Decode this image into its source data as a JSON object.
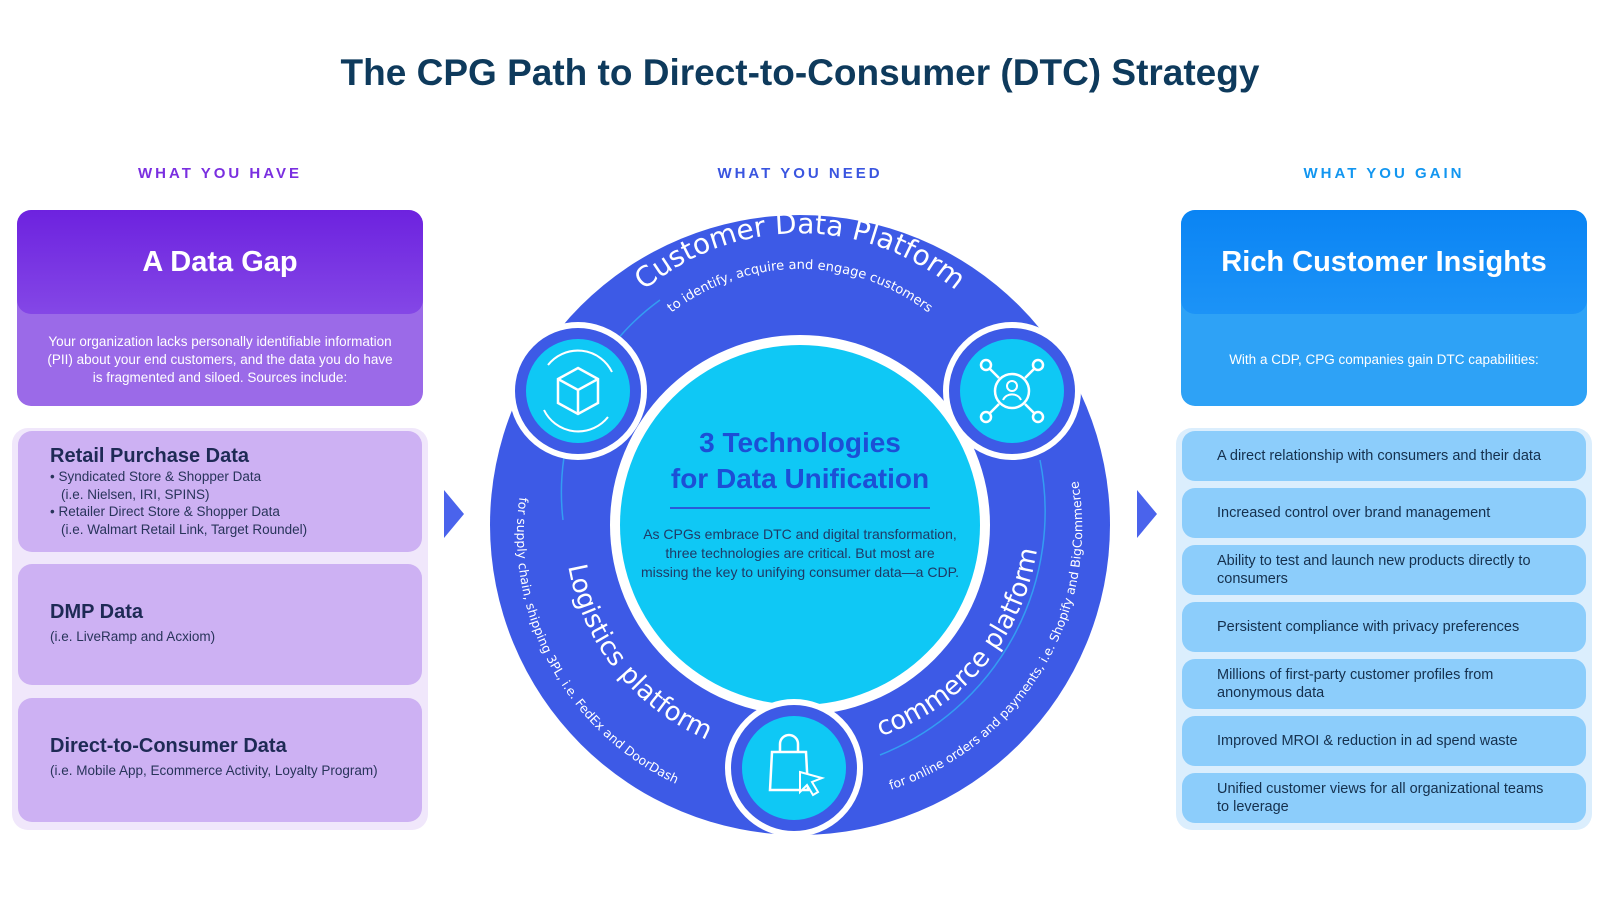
{
  "title": "The CPG Path to Direct-to-Consumer (DTC) Strategy",
  "columns": {
    "have_label": "WHAT YOU HAVE",
    "need_label": "WHAT YOU NEED",
    "gain_label": "WHAT YOU GAIN"
  },
  "have": {
    "title": "A Data Gap",
    "description": "Your organization lacks personally identifiable information (PII) about your end customers, and the data you do have is fragmented and siloed. Sources include:",
    "sources": [
      {
        "title": "Retail Purchase Data",
        "lines": [
          "• Syndicated Store & Shopper Data",
          "(i.e. Nielsen, IRI, SPINS)",
          "• Retailer Direct Store & Shopper Data",
          "(i.e. Walmart Retail Link, Target Roundel)"
        ]
      },
      {
        "title": "DMP Data",
        "lines": [
          "(i.e. LiveRamp and Acxiom)"
        ]
      },
      {
        "title": "Direct-to-Consumer Data",
        "lines": [
          "(i.e. Mobile App, Ecommerce Activity, Loyalty Program)"
        ]
      }
    ]
  },
  "need": {
    "center_title_1": "3 Technologies",
    "center_title_2": "for Data Unification",
    "center_description": "As CPGs embrace DTC and digital transformation, three technologies are critical. But most are missing the key to unifying consumer data—a CDP.",
    "cdp_title": "Customer Data Platform",
    "cdp_subtitle": "to identify, acquire and engage customers",
    "ecom_title": "Ecommerce platform",
    "ecom_subtitle": "for online orders and payments, i.e. Shopify and BigCommerce",
    "logistics_title": "Logistics platform",
    "logistics_subtitle": "for supply chain, shipping 3PL, i.e. FedEx and DoorDash",
    "icons": [
      "package-cycle-icon",
      "customer-network-icon",
      "shopping-bag-click-icon"
    ]
  },
  "gain": {
    "title": "Rich Customer Insights",
    "description": "With a CDP, CPG companies gain DTC capabilities:",
    "items": [
      "A direct relationship with consumers and their data",
      "Increased control over brand management",
      "Ability to test and launch new products directly to consumers",
      "Persistent compliance with privacy preferences",
      "Millions of first-party customer profiles from anonymous data",
      "Improved MROI & reduction in ad spend waste",
      "Unified customer views for all organizational teams to leverage"
    ]
  },
  "colors": {
    "title": "#0e3a5c",
    "have_label": "#7a2fe0",
    "need_label": "#3a55e0",
    "gain_label": "#1296f0",
    "ring": "#3d5ae6",
    "center": "#0fc8f5"
  }
}
